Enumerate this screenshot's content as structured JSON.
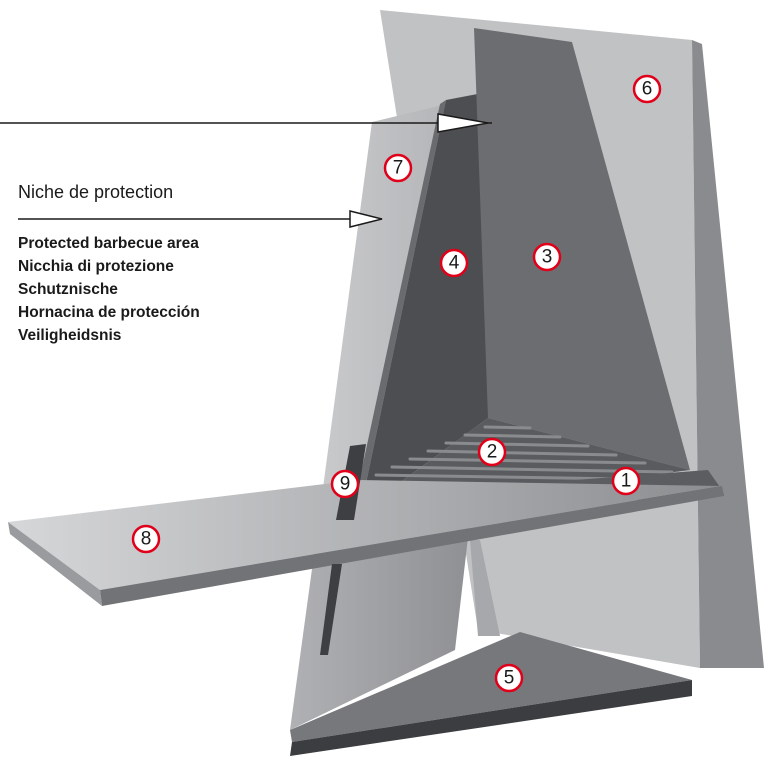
{
  "callout": {
    "title": "Niche de protection",
    "translations": [
      "Protected barbecue area",
      "Nicchia di protezione",
      "Schutznische",
      "Hornacina de protección",
      "Veiligheidsnis"
    ]
  },
  "markers": [
    "1",
    "2",
    "3",
    "4",
    "5",
    "6",
    "7",
    "8",
    "9"
  ],
  "colors": {
    "marker_ring": "#e0001a",
    "light_panel": "#c3c4c6",
    "mid_panel": "#6e6f72",
    "dark_panel": "#4a4b4e"
  }
}
